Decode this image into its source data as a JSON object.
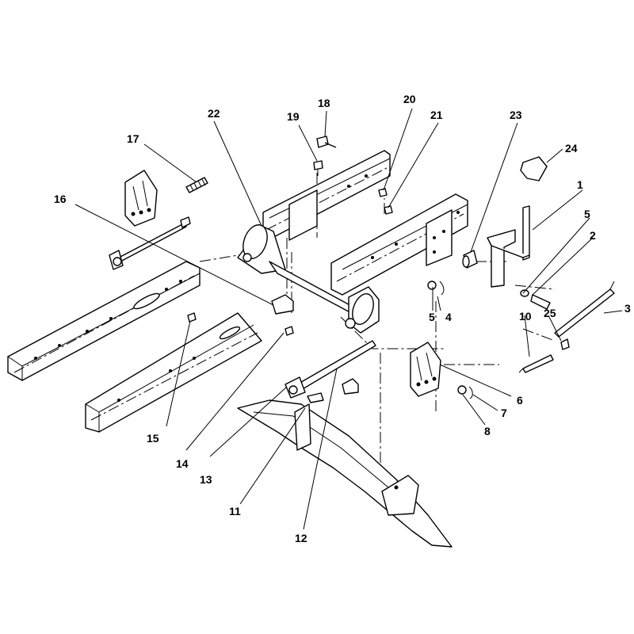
{
  "diagram": {
    "type": "exploded-parts-diagram",
    "callouts": [
      {
        "id": "c1",
        "text": "1"
      },
      {
        "id": "c2",
        "text": "2"
      },
      {
        "id": "c3",
        "text": "3"
      },
      {
        "id": "c4",
        "text": "4"
      },
      {
        "id": "c5a",
        "text": "5"
      },
      {
        "id": "c5b",
        "text": "5"
      },
      {
        "id": "c6",
        "text": "6"
      },
      {
        "id": "c7",
        "text": "7"
      },
      {
        "id": "c8",
        "text": "8"
      },
      {
        "id": "c10",
        "text": "10"
      },
      {
        "id": "c11",
        "text": "11"
      },
      {
        "id": "c12",
        "text": "12"
      },
      {
        "id": "c13",
        "text": "13"
      },
      {
        "id": "c14",
        "text": "14"
      },
      {
        "id": "c15",
        "text": "15"
      },
      {
        "id": "c16",
        "text": "16"
      },
      {
        "id": "c17",
        "text": "17"
      },
      {
        "id": "c18",
        "text": "18"
      },
      {
        "id": "c19",
        "text": "19"
      },
      {
        "id": "c20",
        "text": "20"
      },
      {
        "id": "c21",
        "text": "21"
      },
      {
        "id": "c22",
        "text": "22"
      },
      {
        "id": "c23",
        "text": "23"
      },
      {
        "id": "c24",
        "text": "24"
      },
      {
        "id": "c25",
        "text": "25"
      }
    ]
  }
}
